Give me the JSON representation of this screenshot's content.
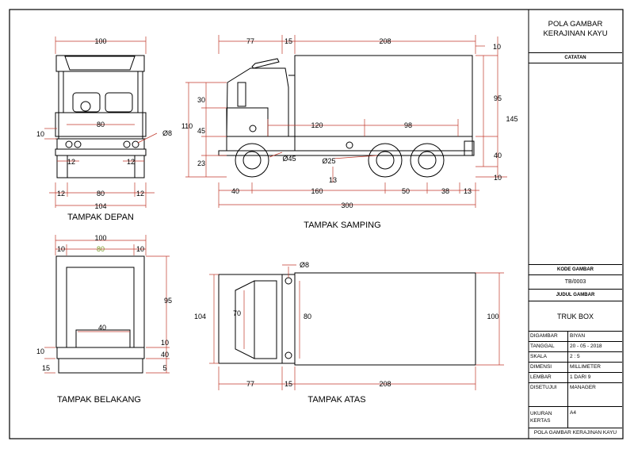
{
  "views": {
    "front": "TAMPAK DEPAN",
    "side": "TAMPAK SAMPING",
    "rear": "TAMPAK BELAKANG",
    "top": "TAMPAK ATAS"
  },
  "dims": {
    "front": {
      "width": "100",
      "hole": "Ø8",
      "h10": "10",
      "lamp_l": "12",
      "lamp_r": "12",
      "inner": "80",
      "base_l": "12",
      "base_m": "80",
      "base_r": "12",
      "total": "104"
    },
    "side": {
      "cab": "77",
      "gap": "15",
      "box": "208",
      "top10": "10",
      "h30": "30",
      "h110": "110",
      "h45": "45",
      "h23": "23",
      "w120": "120",
      "w98": "98",
      "h95": "95",
      "h145": "145",
      "h40": "40",
      "h10b": "10",
      "wheel": "Ø45",
      "axle": "Ø25",
      "h13": "13",
      "b40": "40",
      "b160": "160",
      "b50": "50",
      "b38": "38",
      "b13": "13",
      "total": "300"
    },
    "rear": {
      "width": "100",
      "l10": "10",
      "m80": "80",
      "r10": "10",
      "h95": "95",
      "w40": "40",
      "h10a": "10",
      "h10b": "10",
      "h15": "15",
      "h40": "40",
      "h5": "5"
    },
    "top": {
      "hole": "Ø8",
      "h104": "104",
      "h70": "70",
      "h80": "80",
      "h100": "100",
      "b77": "77",
      "b15": "15",
      "b208": "208"
    }
  },
  "title_block": {
    "title": "POLA GAMBAR KERAJINAN KAYU",
    "notes_label": "CATATAN",
    "code_label": "KODE GAMBAR",
    "code": "TB/0003",
    "drawing_title_label": "JUDUL GAMBAR",
    "drawing_title": "TRUK BOX",
    "rows": [
      {
        "label": "DIGAMBAR",
        "value": "BIYAN"
      },
      {
        "label": "TANGGAL",
        "value": "20 - 05 - 2018"
      },
      {
        "label": "SKALA",
        "value": "2 : 5"
      },
      {
        "label": "DIMENSI",
        "value": "MILLIMETER"
      },
      {
        "label": "LEMBAR",
        "value": "1 DARI 9"
      },
      {
        "label": "DISETUJUI",
        "value": "MANAGER"
      }
    ],
    "paper_label": "UKURAN KERTAS",
    "paper": "A4",
    "footer": "POLA GAMBAR KERAJINAN KAYU"
  }
}
